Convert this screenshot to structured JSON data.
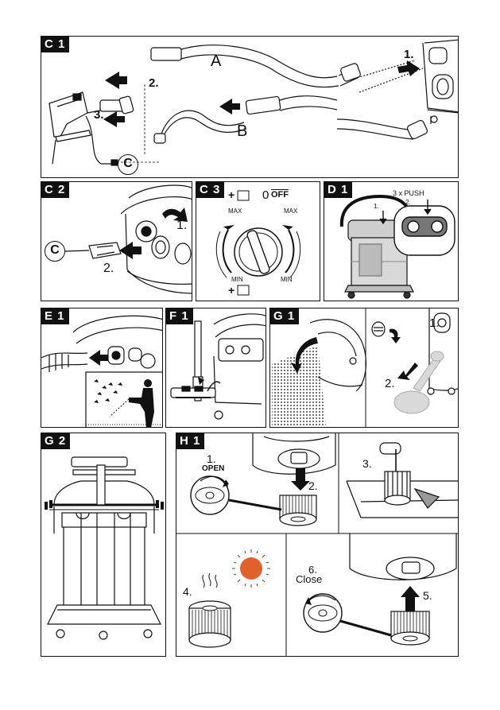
{
  "panels": {
    "c1": {
      "tag": "C 1",
      "label_a": "A",
      "label_b": "B",
      "step1": "1.",
      "step2": "2.",
      "step3": "3.",
      "circle_c": "C"
    },
    "c2": {
      "tag": "C 2",
      "circle_c": "C",
      "step1": "1.",
      "step2": "2."
    },
    "c3": {
      "tag": "C 3",
      "plus_top": "+",
      "zero": "0",
      "off": "OFF",
      "max_left": "MAX",
      "max_right": "MAX",
      "min_left": "MIN",
      "min_right": "MIN",
      "plus_bottom": "+"
    },
    "d1": {
      "tag": "D 1",
      "push": "3 x PUSH",
      "step1": "1.",
      "step2": "2."
    },
    "e1": {
      "tag": "E 1"
    },
    "f1": {
      "tag": "F 1"
    },
    "g1": {
      "tag": "G 1",
      "step1": "1.",
      "step2": "2."
    },
    "g2": {
      "tag": "G 2"
    },
    "h1": {
      "tag": "H 1",
      "step1": "1.",
      "open": "OPEN",
      "step2": "2.",
      "step3": "3.",
      "step4": "4.",
      "step5": "5.",
      "step6": "6.",
      "close": "Close"
    }
  },
  "colors": {
    "ink": "#111111",
    "paper": "#ffffff",
    "sun": "#e0612a",
    "gray": "#9a9a9a"
  }
}
